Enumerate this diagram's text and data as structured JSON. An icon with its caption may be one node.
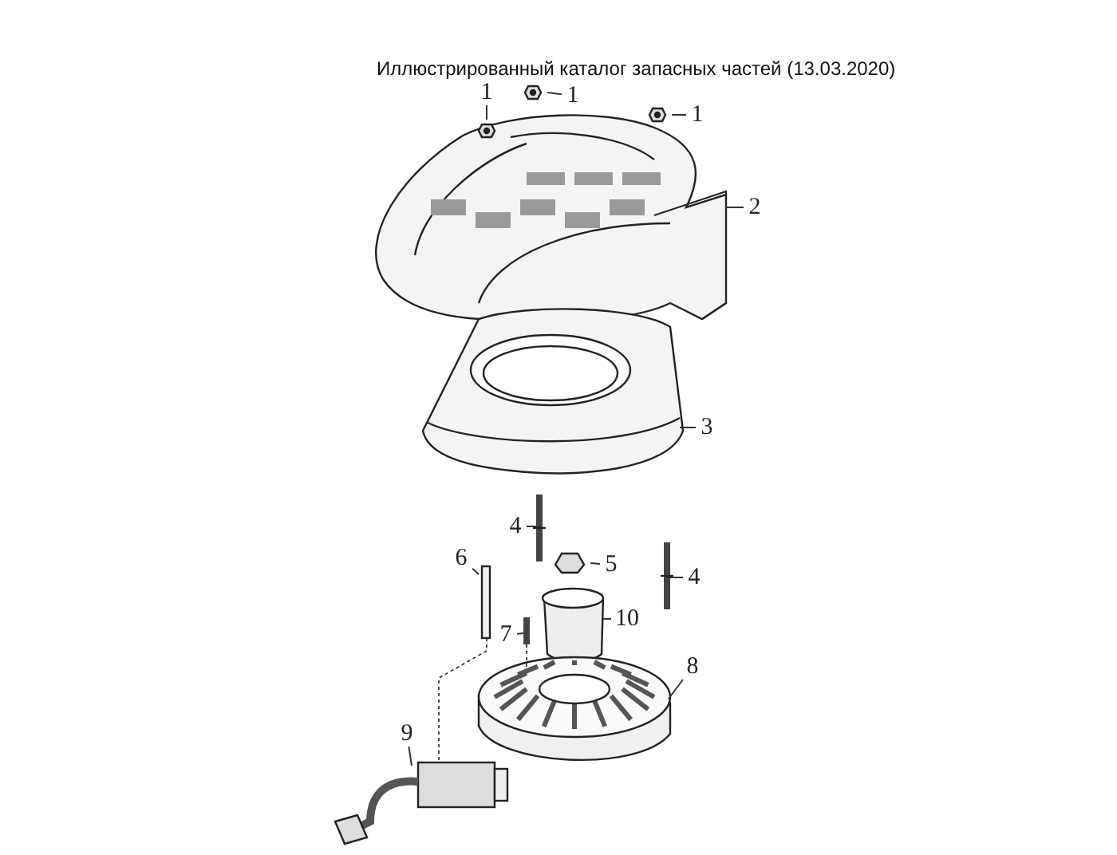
{
  "diagram": {
    "title": "Иллюстрированный каталог запасных частей (13.03.2020)",
    "nodes": [
      {
        "text": [
          "1"
        ]
      },
      {
        "text": [
          "1"
        ]
      },
      {
        "text": [
          "1"
        ]
      },
      {
        "text": [
          "2"
        ]
      },
      {
        "text": [
          "3"
        ]
      },
      {
        "text": [
          "4"
        ]
      },
      {
        "text": [
          "5"
        ]
      },
      {
        "text": [
          "4"
        ]
      },
      {
        "text": [
          "6"
        ]
      },
      {
        "text": [
          "7"
        ]
      },
      {
        "text": [
          "10"
        ]
      },
      {
        "text": [
          "8"
        ]
      },
      {
        "text": [
          "9"
        ]
      }
    ],
    "edges": [
      {
        "from": 0,
        "to": null,
        "arrow": "none"
      },
      {
        "from": 1,
        "to": null,
        "arrow": "none"
      },
      {
        "from": 2,
        "to": null,
        "arrow": "none"
      },
      {
        "from": 3,
        "to": null,
        "arrow": "none"
      },
      {
        "from": 4,
        "to": null,
        "arrow": "none"
      },
      {
        "from": 5,
        "to": null,
        "arrow": "none"
      },
      {
        "from": 6,
        "to": null,
        "arrow": "none"
      },
      {
        "from": 7,
        "to": null,
        "arrow": "none"
      },
      {
        "from": 8,
        "to": null,
        "arrow": "none"
      },
      {
        "from": 9,
        "to": null,
        "arrow": "none"
      },
      {
        "from": 10,
        "to": null,
        "arrow": "none"
      },
      {
        "from": 11,
        "to": null,
        "arrow": "none"
      },
      {
        "from": 12,
        "to": null,
        "arrow": "none"
      }
    ]
  }
}
